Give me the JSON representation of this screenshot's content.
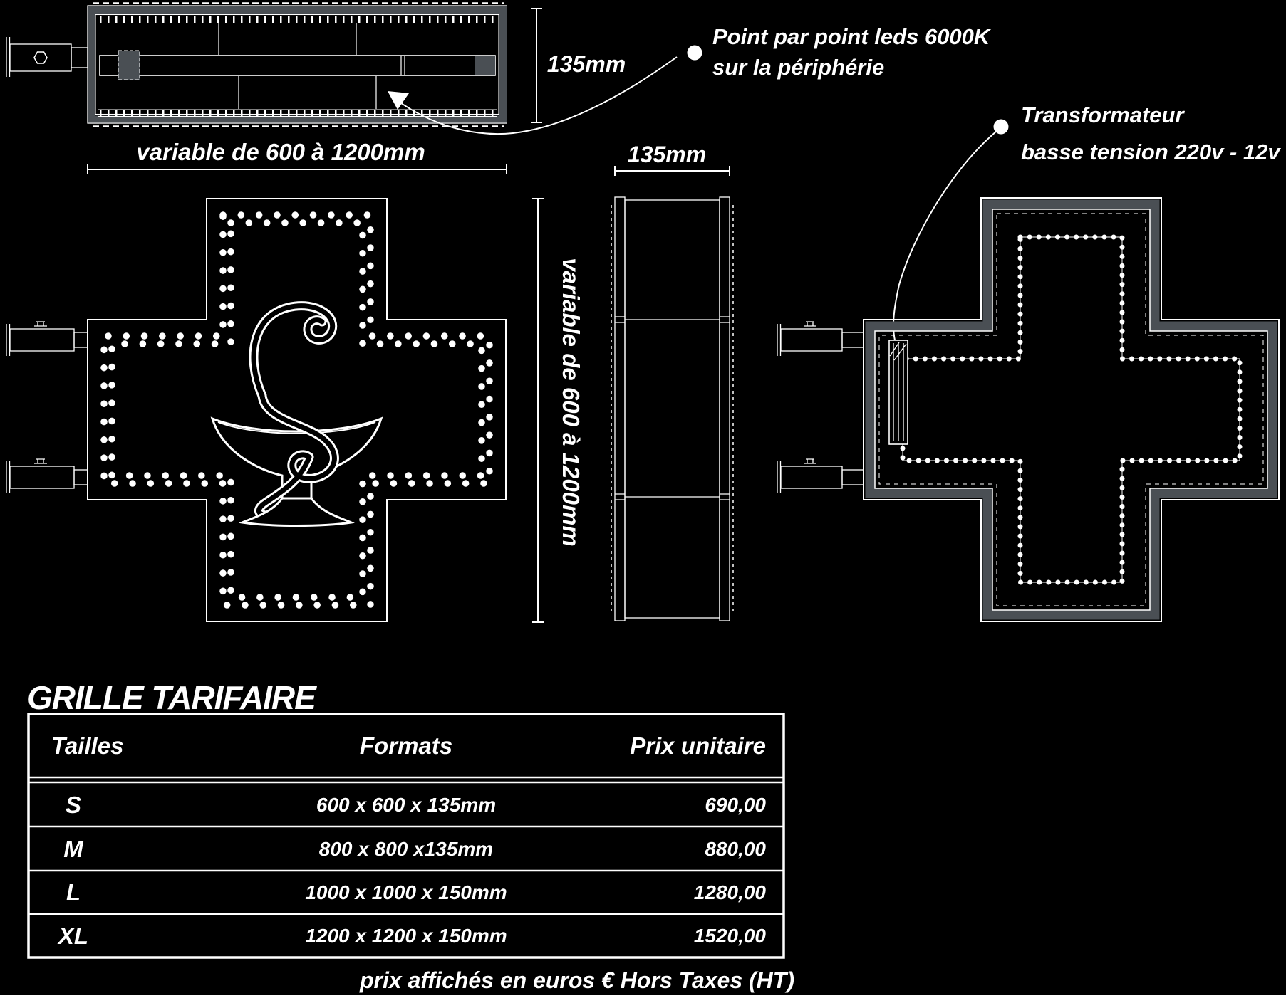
{
  "annotations": {
    "leds": {
      "line1": "Point par point leds 6000K",
      "line2": "sur la périphérie"
    },
    "transformer": {
      "line1": "Transformateur",
      "line2": "basse tension 220v - 12v"
    }
  },
  "dimensions": {
    "depth_top": "135mm",
    "depth_side": "135mm",
    "width_variable": "variable de 600 à 1200mm",
    "height_variable": "variable de 600 à 1200mm"
  },
  "pricing": {
    "title": "GRILLE TARIFAIRE",
    "columns": {
      "size": "Tailles",
      "format": "Formats",
      "price": "Prix unitaire"
    },
    "rows": [
      {
        "size": "S",
        "format": "600 x 600 x 135mm",
        "price": "690,00"
      },
      {
        "size": "M",
        "format": "800 x 800 x135mm",
        "price": "880,00"
      },
      {
        "size": "L",
        "format": "1000 x 1000 x 150mm",
        "price": "1280,00"
      },
      {
        "size": "XL",
        "format": "1200 x 1200 x 150mm",
        "price": "1520,00"
      }
    ],
    "footnote": "prix affichés en euros € Hors Taxes (HT)"
  },
  "colors": {
    "background": "#000000",
    "line": "#ffffff",
    "frame_gray": "#4a4f54"
  }
}
